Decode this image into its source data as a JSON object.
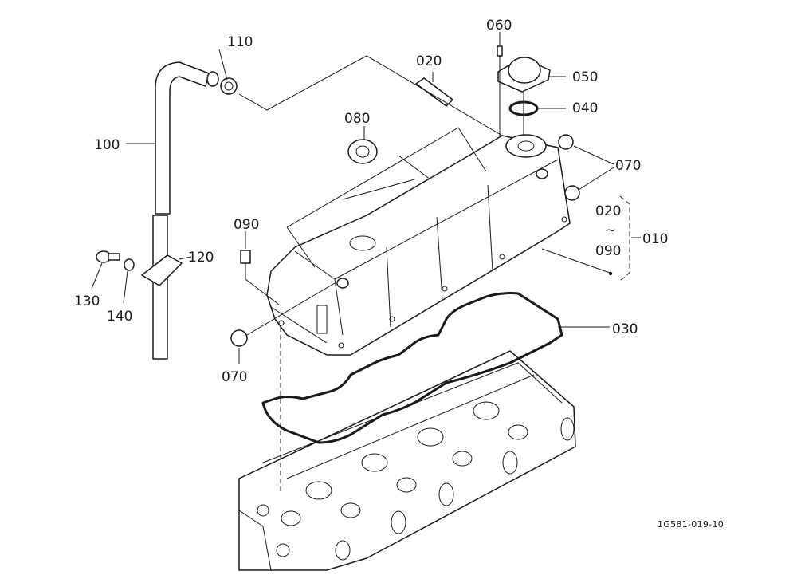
{
  "labels": {
    "p110": "110",
    "p100": "100",
    "p120": "120",
    "p130": "130",
    "p140": "140",
    "p020": "020",
    "p080": "080",
    "p060": "060",
    "p050": "050",
    "p040": "040",
    "p070a": "070",
    "p070b": "070",
    "p090": "090",
    "p030": "030",
    "range_from": "020",
    "range_sep": "~",
    "range_to": "090",
    "p010": "010"
  },
  "reference": "1G581-019-10",
  "colors": {
    "ink": "#1a1a1a",
    "paper": "#ffffff"
  }
}
